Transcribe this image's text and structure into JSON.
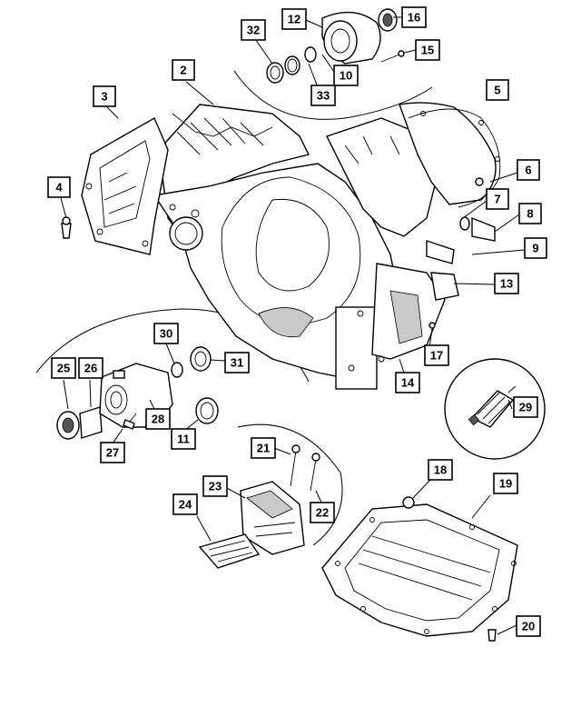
{
  "callouts": [
    {
      "id": "c12",
      "text": "12"
    },
    {
      "id": "c16",
      "text": "16"
    },
    {
      "id": "c32",
      "text": "32"
    },
    {
      "id": "c15",
      "text": "15"
    },
    {
      "id": "c10",
      "text": "10"
    },
    {
      "id": "c33",
      "text": "33"
    },
    {
      "id": "c2",
      "text": "2"
    },
    {
      "id": "c5",
      "text": "5"
    },
    {
      "id": "c3",
      "text": "3"
    },
    {
      "id": "c6",
      "text": "6"
    },
    {
      "id": "c4",
      "text": "4"
    },
    {
      "id": "c7",
      "text": "7"
    },
    {
      "id": "c8",
      "text": "8"
    },
    {
      "id": "c9",
      "text": "9"
    },
    {
      "id": "c13",
      "text": "13"
    },
    {
      "id": "c30",
      "text": "30"
    },
    {
      "id": "c17",
      "text": "17"
    },
    {
      "id": "c25",
      "text": "25"
    },
    {
      "id": "c26",
      "text": "26"
    },
    {
      "id": "c31",
      "text": "31"
    },
    {
      "id": "c14",
      "text": "14"
    },
    {
      "id": "c29",
      "text": "29"
    },
    {
      "id": "c28",
      "text": "28"
    },
    {
      "id": "c11",
      "text": "11"
    },
    {
      "id": "c27",
      "text": "27"
    },
    {
      "id": "c21",
      "text": "21"
    },
    {
      "id": "c18",
      "text": "18"
    },
    {
      "id": "c19",
      "text": "19"
    },
    {
      "id": "c23",
      "text": "23"
    },
    {
      "id": "c22",
      "text": "22"
    },
    {
      "id": "c24",
      "text": "24"
    },
    {
      "id": "c20",
      "text": "20"
    }
  ]
}
